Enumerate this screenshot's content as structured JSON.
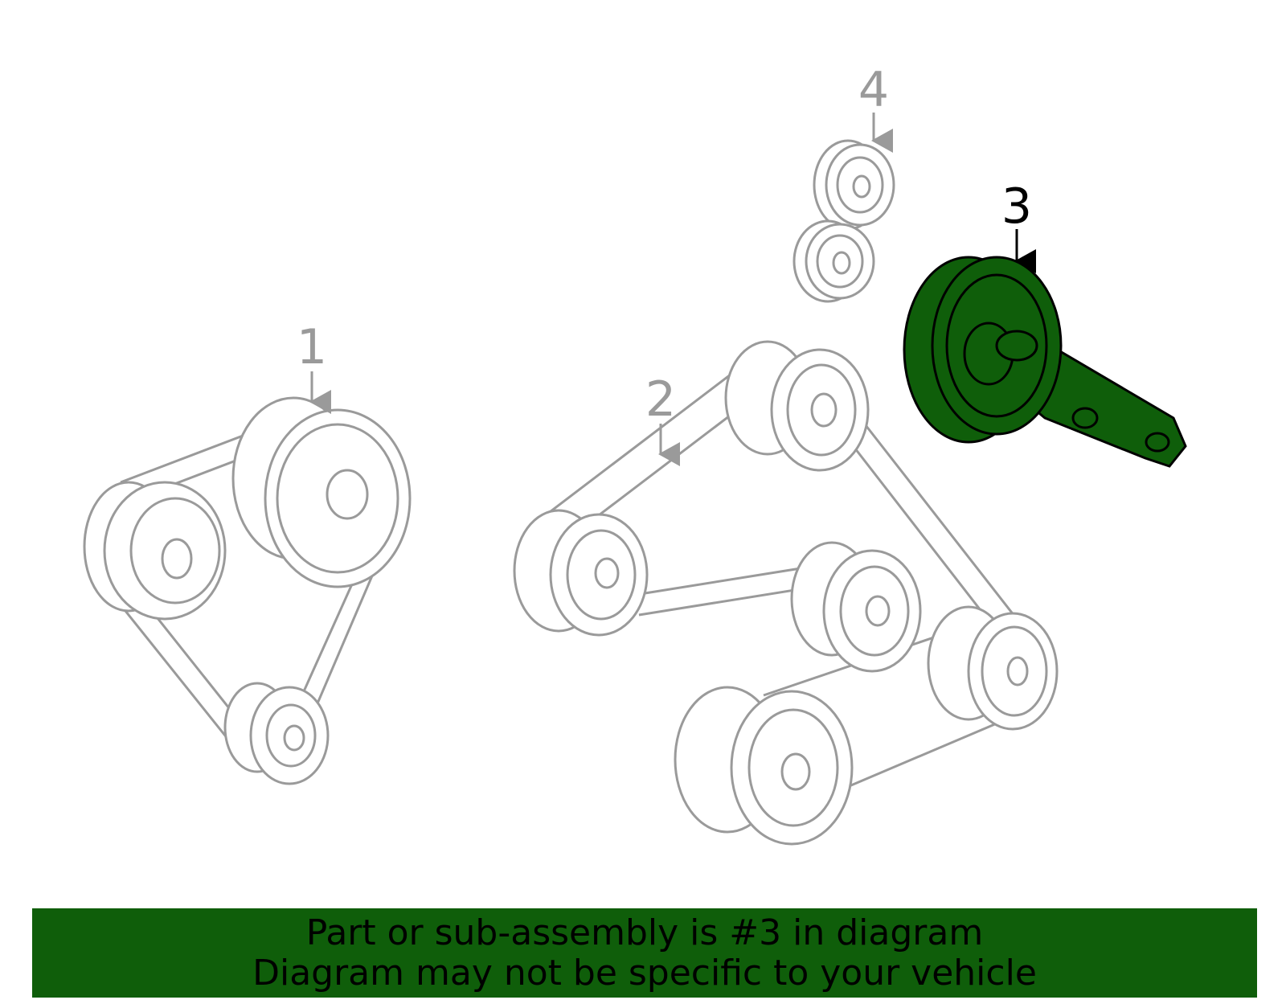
{
  "colors": {
    "highlight": "#0f5e0a",
    "inactive": "#9a9a9a",
    "active_outline": "#000000",
    "banner": "#0f5e0a",
    "banner_text": "#000000"
  },
  "callouts": {
    "c1": "1",
    "c2": "2",
    "c3": "3",
    "c4": "4"
  },
  "highlighted_callout": "3",
  "banner": {
    "line1": "Part or sub-assembly is #3 in diagram",
    "line2": "Diagram may not be specific to your vehicle"
  }
}
